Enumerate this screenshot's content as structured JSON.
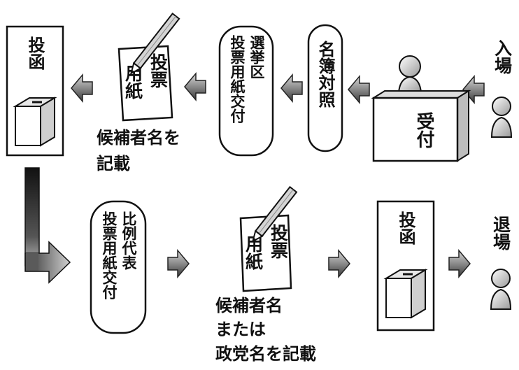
{
  "top_row": {
    "entrance": "入場",
    "reception": "受付",
    "roll_check": "名簿対照",
    "district_ballot_issue_line1": "選挙区",
    "district_ballot_issue_line2": "投票用紙交付",
    "ballot_paper_line1": "投票",
    "ballot_paper_line2": "用紙",
    "write_candidate_line1": "候補者名を",
    "write_candidate_line2": "記載",
    "ballot_box_label": "投函"
  },
  "bottom_row": {
    "pr_ballot_issue_line1": "比例代表",
    "pr_ballot_issue_line2": "投票用紙交付",
    "ballot_paper_line1": "投票",
    "ballot_paper_line2": "用紙",
    "write_line1": "候補者名",
    "write_line2": "または",
    "write_line3": "政党名を記載",
    "ballot_box_label": "投函",
    "exit": "退場"
  }
}
